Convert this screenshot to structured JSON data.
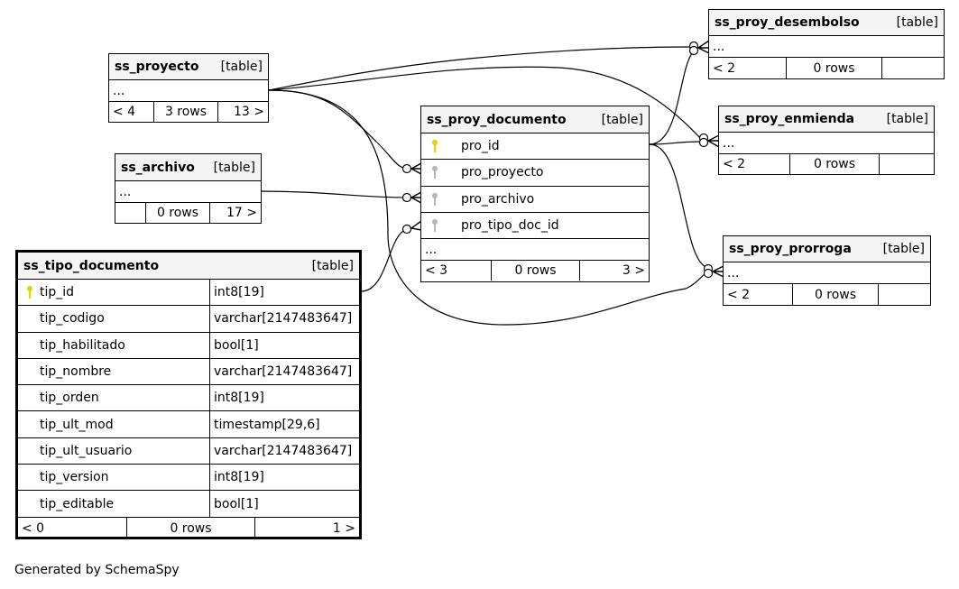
{
  "diagram": {
    "footer": "Generated by SchemaSpy",
    "tables": {
      "ss_proyecto": {
        "name": "ss_proyecto",
        "kind": "[table]",
        "ellipsis": "...",
        "parents": "< 4",
        "rows": "3 rows",
        "children": "13 >"
      },
      "ss_archivo": {
        "name": "ss_archivo",
        "kind": "[table]",
        "ellipsis": "...",
        "parents": "",
        "rows": "0 rows",
        "children": "17 >"
      },
      "ss_tipo_documento": {
        "name": "ss_tipo_documento",
        "kind": "[table]",
        "columns": [
          {
            "name": "tip_id",
            "type": "int8[19]",
            "key": "primary"
          },
          {
            "name": "tip_codigo",
            "type": "varchar[2147483647]",
            "key": ""
          },
          {
            "name": "tip_habilitado",
            "type": "bool[1]",
            "key": ""
          },
          {
            "name": "tip_nombre",
            "type": "varchar[2147483647]",
            "key": ""
          },
          {
            "name": "tip_orden",
            "type": "int8[19]",
            "key": ""
          },
          {
            "name": "tip_ult_mod",
            "type": "timestamp[29,6]",
            "key": ""
          },
          {
            "name": "tip_ult_usuario",
            "type": "varchar[2147483647]",
            "key": ""
          },
          {
            "name": "tip_version",
            "type": "int8[19]",
            "key": ""
          },
          {
            "name": "tip_editable",
            "type": "bool[1]",
            "key": ""
          }
        ],
        "parents": "< 0",
        "rows": "0 rows",
        "children": "1 >"
      },
      "ss_proy_documento": {
        "name": "ss_proy_documento",
        "kind": "[table]",
        "columns": [
          {
            "name": "pro_id",
            "key": "primary"
          },
          {
            "name": "pro_proyecto",
            "key": "foreign"
          },
          {
            "name": "pro_archivo",
            "key": "foreign"
          },
          {
            "name": "pro_tipo_doc_id",
            "key": "foreign"
          }
        ],
        "ellipsis": "...",
        "parents": "< 3",
        "rows": "0 rows",
        "children": "3 >"
      },
      "ss_proy_desembolso": {
        "name": "ss_proy_desembolso",
        "kind": "[table]",
        "ellipsis": "...",
        "parents": "< 2",
        "rows": "0 rows",
        "children": ""
      },
      "ss_proy_enmienda": {
        "name": "ss_proy_enmienda",
        "kind": "[table]",
        "ellipsis": "...",
        "parents": "< 2",
        "rows": "0 rows",
        "children": ""
      },
      "ss_proy_prorroga": {
        "name": "ss_proy_prorroga",
        "kind": "[table]",
        "ellipsis": "...",
        "parents": "< 2",
        "rows": "0 rows",
        "children": ""
      }
    },
    "relationships": [
      {
        "from": "ss_proyecto",
        "to": "ss_proy_documento.pro_proyecto"
      },
      {
        "from": "ss_archivo",
        "to": "ss_proy_documento.pro_archivo"
      },
      {
        "from": "ss_tipo_documento.tip_id",
        "to": "ss_proy_documento.pro_tipo_doc_id"
      },
      {
        "from": "ss_proyecto",
        "to": "ss_proy_desembolso"
      },
      {
        "from": "ss_proyecto",
        "to": "ss_proy_enmienda"
      },
      {
        "from": "ss_proyecto",
        "to": "ss_proy_prorroga"
      },
      {
        "from": "ss_proy_documento.pro_id",
        "to": "ss_proy_desembolso"
      },
      {
        "from": "ss_proy_documento.pro_id",
        "to": "ss_proy_enmienda"
      },
      {
        "from": "ss_proy_documento.pro_id",
        "to": "ss_proy_prorroga"
      }
    ],
    "colors": {
      "primary_key": "#e6d400",
      "foreign_key": "#b8b8b8",
      "header_bg": "#f4f4f4",
      "line": "#000000"
    }
  }
}
